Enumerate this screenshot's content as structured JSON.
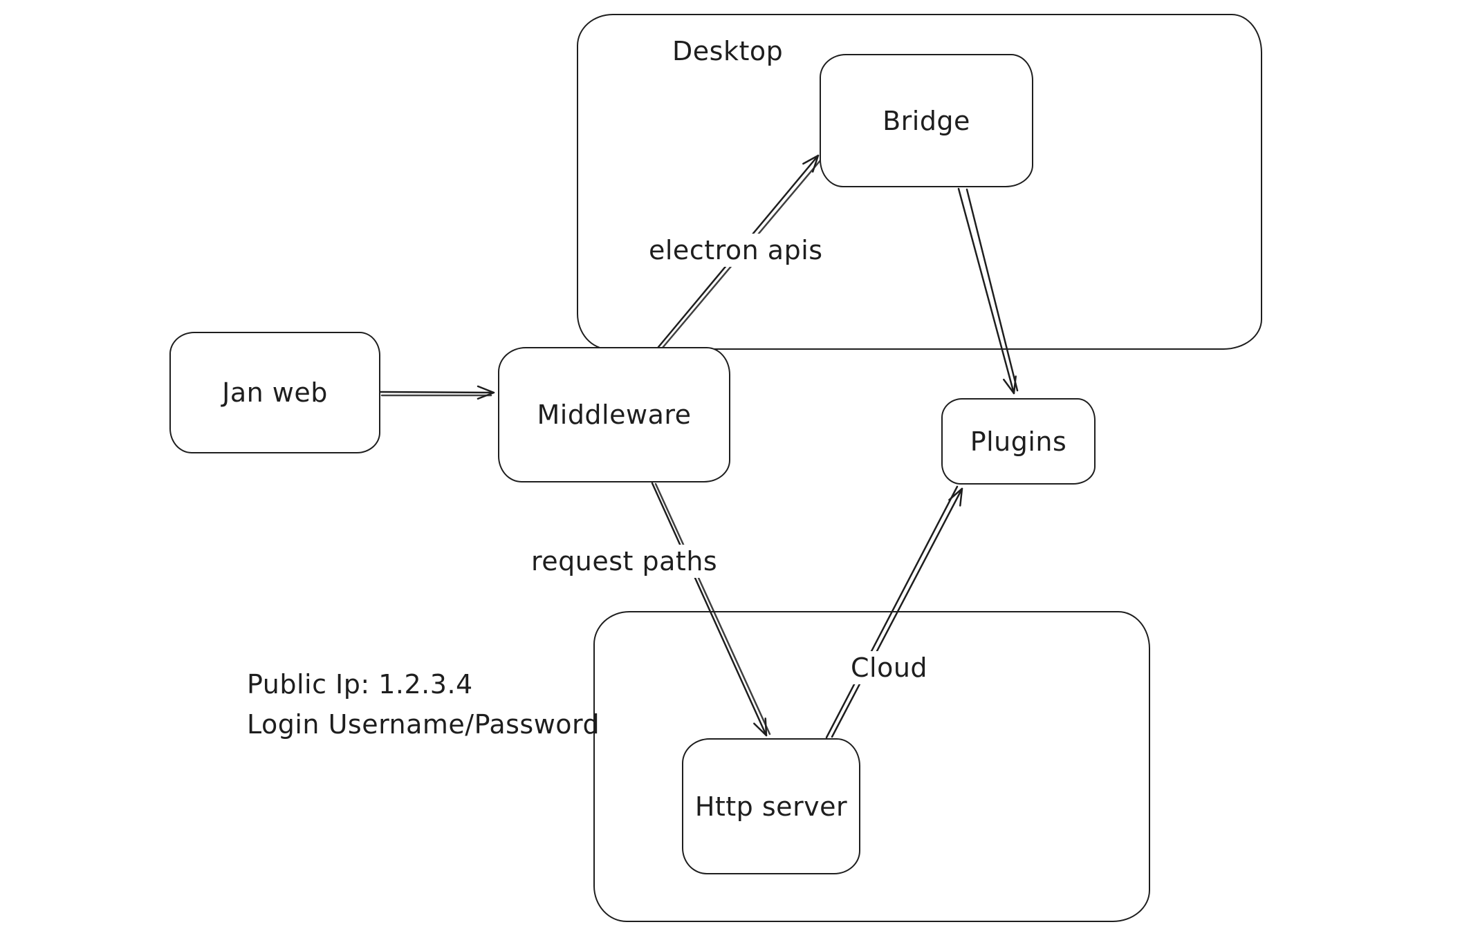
{
  "canvas": {
    "background": "#ffffff",
    "stroke_color": "#1e1e1e"
  },
  "containers": {
    "desktop": {
      "label": "Desktop"
    },
    "cloud": {
      "label": "Cloud"
    }
  },
  "nodes": {
    "jan_web": {
      "label": "Jan web"
    },
    "middleware": {
      "label": "Middleware"
    },
    "bridge": {
      "label": "Bridge"
    },
    "plugins": {
      "label": "Plugins"
    },
    "http_server": {
      "label": "Http server"
    }
  },
  "edges": [
    {
      "from": "jan_web",
      "to": "middleware",
      "label": ""
    },
    {
      "from": "middleware",
      "to": "bridge",
      "label": "electron apis"
    },
    {
      "from": "bridge",
      "to": "plugins",
      "label": ""
    },
    {
      "from": "middleware",
      "to": "http_server",
      "label": "request paths"
    },
    {
      "from": "http_server",
      "to": "plugins",
      "label": ""
    }
  ],
  "annotations": {
    "public_ip": "Public Ip: 1.2.3.4",
    "login": "Login Username/Password"
  }
}
